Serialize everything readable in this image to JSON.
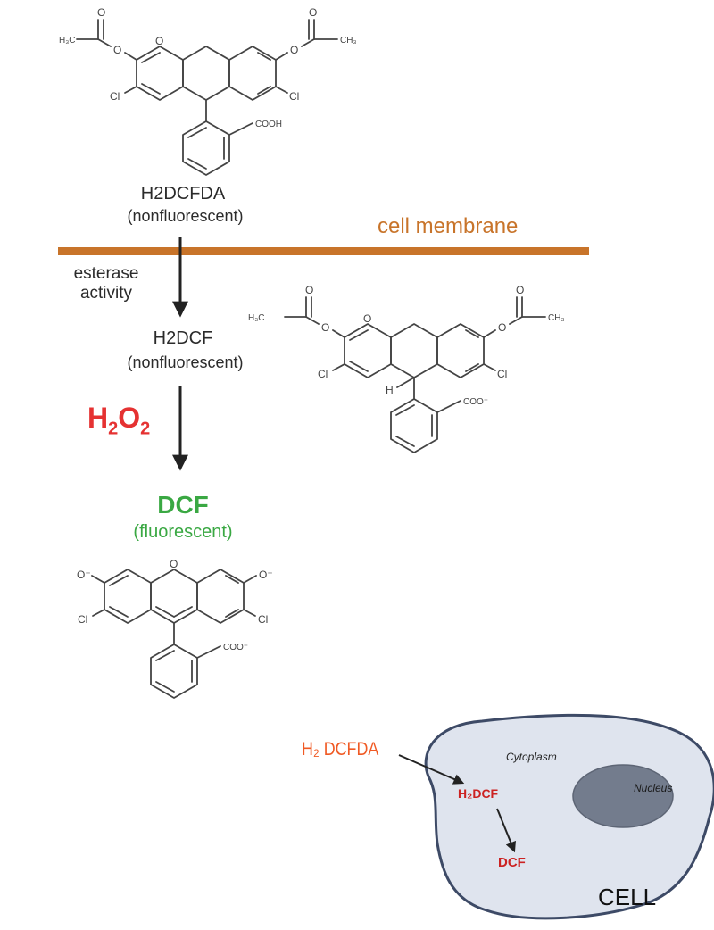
{
  "labels": {
    "h2dcfda_name": "H2DCFDA",
    "h2dcfda_state": "(nonfluorescent)",
    "membrane": "cell membrane",
    "esterase_line1": "esterase",
    "esterase_line2": "activity",
    "h2dcf_name": "H2DCF",
    "h2dcf_state": "(nonfluorescent)",
    "h2o2_h": "H",
    "h2o2_sub1": "2",
    "h2o2_o": "O",
    "h2o2_sub2": "2",
    "dcf_name": "DCF",
    "dcf_state": "(fluorescent)"
  },
  "atoms": {
    "cl": "Cl",
    "o": "O",
    "o_minus": "O⁻",
    "h": "H",
    "cooh": "COOH",
    "coo_minus": "COO⁻",
    "h3c": "H₃C",
    "ch3": "CH₃"
  },
  "cell": {
    "probe_in": "H₂ DCFDA",
    "h2dcf": "H₂DCF",
    "dcf": "DCF",
    "cytoplasm": "Cytoplasm",
    "nucleus": "Nucleus",
    "cell_label": "CELL"
  },
  "colors": {
    "membrane": "#c8742a",
    "h2o2": "#e53232",
    "dcf": "#3aa843",
    "probe_in": "#f05a24",
    "intracellular": "#cc2222",
    "cell_fill": "#dfe4ee",
    "cell_stroke": "#3d4a66",
    "nucleus_fill": "#737c8d"
  }
}
